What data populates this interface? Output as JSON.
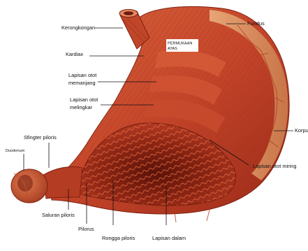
{
  "diagram": {
    "labels": {
      "kerongkongan": "Kerongkongan",
      "kardiax": "Kardiax",
      "memanjang_1": "Lapisan otot",
      "memanjang_2": "memanjang",
      "melingkar_1": "Lapisan otot",
      "melingkar_2": "melingkar",
      "sfingter": "Sfingter piloris",
      "duodenum": "Duodenum",
      "saluran": "Saluran piloris",
      "pilorus": "Pilorus",
      "rongga": "Rongga piloris",
      "dalam": "Lapisan dalam",
      "miring": "Lapisan otot miring",
      "korpus": "Korpus",
      "fundus": "Fundus",
      "permukaan_1": "PERMUKAAN",
      "permukaan_2": "ATAS"
    }
  }
}
